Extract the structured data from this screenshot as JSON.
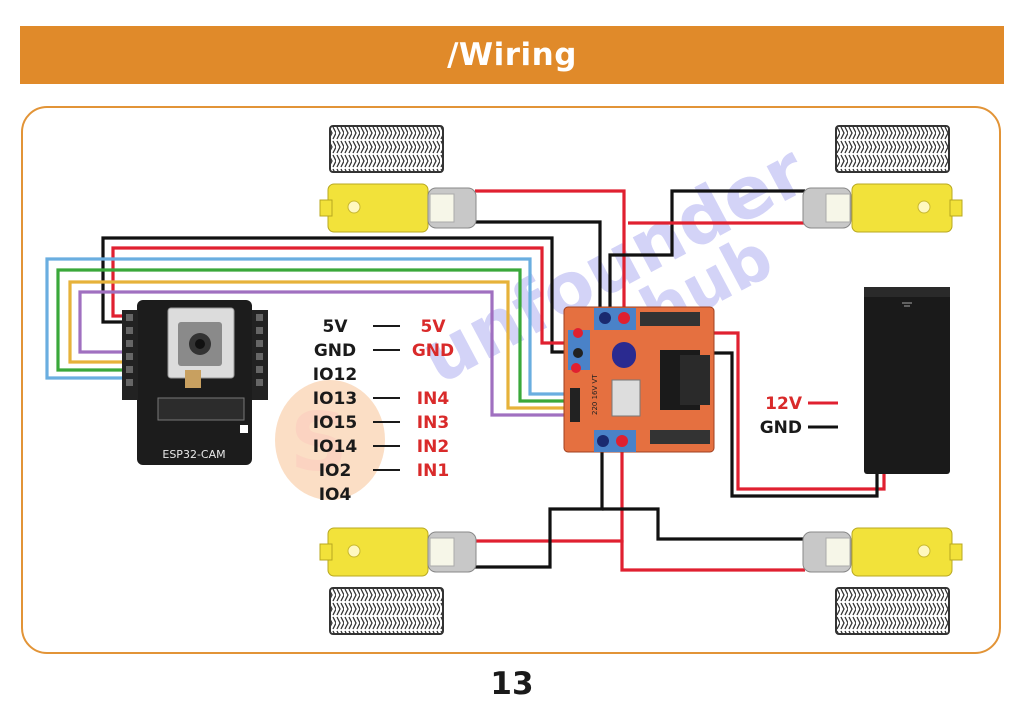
{
  "header": {
    "title": "/Wiring"
  },
  "page_number": "13",
  "esp32": {
    "label": "ESP32-CAM"
  },
  "driver": {
    "chip_label": "220 16V VT"
  },
  "pin_mapping": [
    {
      "pin": "5V",
      "target": "5V"
    },
    {
      "pin": "GND",
      "target": "GND"
    },
    {
      "pin": "IO12",
      "target": ""
    },
    {
      "pin": "IO13",
      "target": "IN4"
    },
    {
      "pin": "IO15",
      "target": "IN3"
    },
    {
      "pin": "IO14",
      "target": "IN2"
    },
    {
      "pin": "IO2",
      "target": "IN1"
    },
    {
      "pin": "IO4",
      "target": ""
    }
  ],
  "power": {
    "positive_label": "12V",
    "negative_label": "GND"
  },
  "watermark": "Sunfounder Hub",
  "colors": {
    "accent": "#e08a2a",
    "label_red": "#d92a2a",
    "wire_red": "#e02030",
    "wire_black": "#111111",
    "wire_blue": "#6aaee0",
    "wire_green": "#3aa83a",
    "wire_yellow": "#e6b23a",
    "wire_purple": "#a070c0",
    "motor_yellow": "#f2e23a"
  }
}
